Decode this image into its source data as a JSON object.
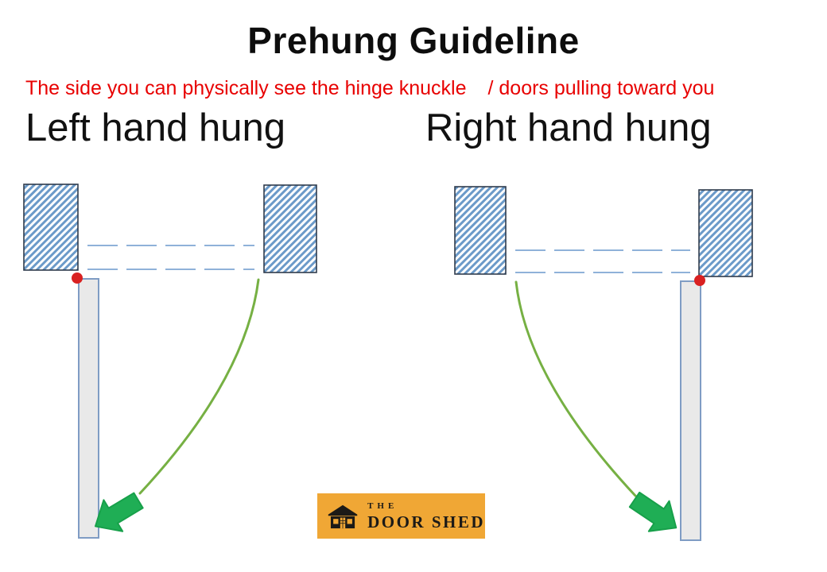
{
  "page": {
    "title": "Prehung Guideline"
  },
  "subtitle": {
    "text_left": "The side you can physically see the hinge knuckle",
    "text_right": "/ doors pulling toward you"
  },
  "diagrams": {
    "left": {
      "heading": "Left hand hung"
    },
    "right": {
      "heading": "Right hand hung"
    }
  },
  "logo": {
    "word1": "THE",
    "word2": "DOOR SHED"
  },
  "colors": {
    "subtitle_red": "#e80000",
    "hatch_blue": "#6b9ac9",
    "wall_border": "#2f3b4c",
    "dash_blue": "#8fb2d9",
    "door_fill": "#e9e9e9",
    "door_border": "#7f9cc4",
    "hinge_red": "#d92121",
    "arc_green": "#76b043",
    "arrow_fill": "#1fae55",
    "arrow_border": "#17a04a",
    "logo_bg": "#f0a735",
    "logo_ink": "#1c1a17"
  }
}
